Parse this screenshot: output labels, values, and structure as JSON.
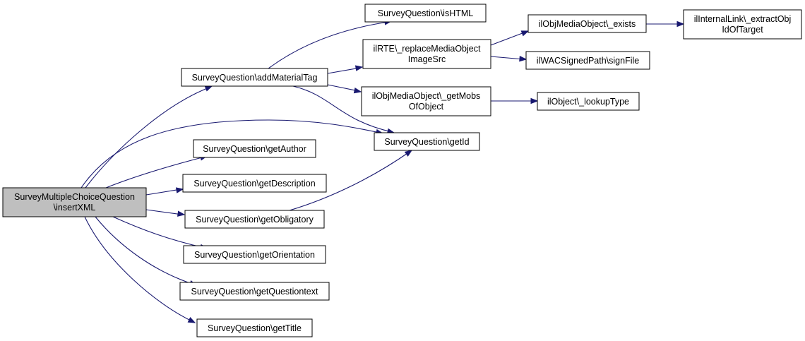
{
  "colors": {
    "node_fill": "#ffffff",
    "root_fill": "#bfbfbf",
    "node_border": "#000000",
    "edge": "#191970"
  },
  "nodes": {
    "root": [
      "SurveyMultipleChoiceQuestion",
      "\\insertXML"
    ],
    "addMaterialTag": [
      "SurveyQuestion\\addMaterialTag"
    ],
    "getAuthor": [
      "SurveyQuestion\\getAuthor"
    ],
    "getDescription": [
      "SurveyQuestion\\getDescription"
    ],
    "getObligatory": [
      "SurveyQuestion\\getObligatory"
    ],
    "getOrientation": [
      "SurveyQuestion\\getOrientation"
    ],
    "getQuestiontext": [
      "SurveyQuestion\\getQuestiontext"
    ],
    "getTitle": [
      "SurveyQuestion\\getTitle"
    ],
    "isHTML": [
      "SurveyQuestion\\isHTML"
    ],
    "replaceMedia": [
      "ilRTE\\_replaceMediaObject",
      "ImageSrc"
    ],
    "getMobs": [
      "ilObjMediaObject\\_getMobs",
      "OfObject"
    ],
    "getId": [
      "SurveyQuestion\\getId"
    ],
    "exists": [
      "ilObjMediaObject\\_exists"
    ],
    "signFile": [
      "ilWACSignedPath\\signFile"
    ],
    "lookupType": [
      "ilObject\\_lookupType"
    ],
    "extractObj": [
      "ilInternalLink\\_extractObj",
      "IdOfTarget"
    ]
  }
}
